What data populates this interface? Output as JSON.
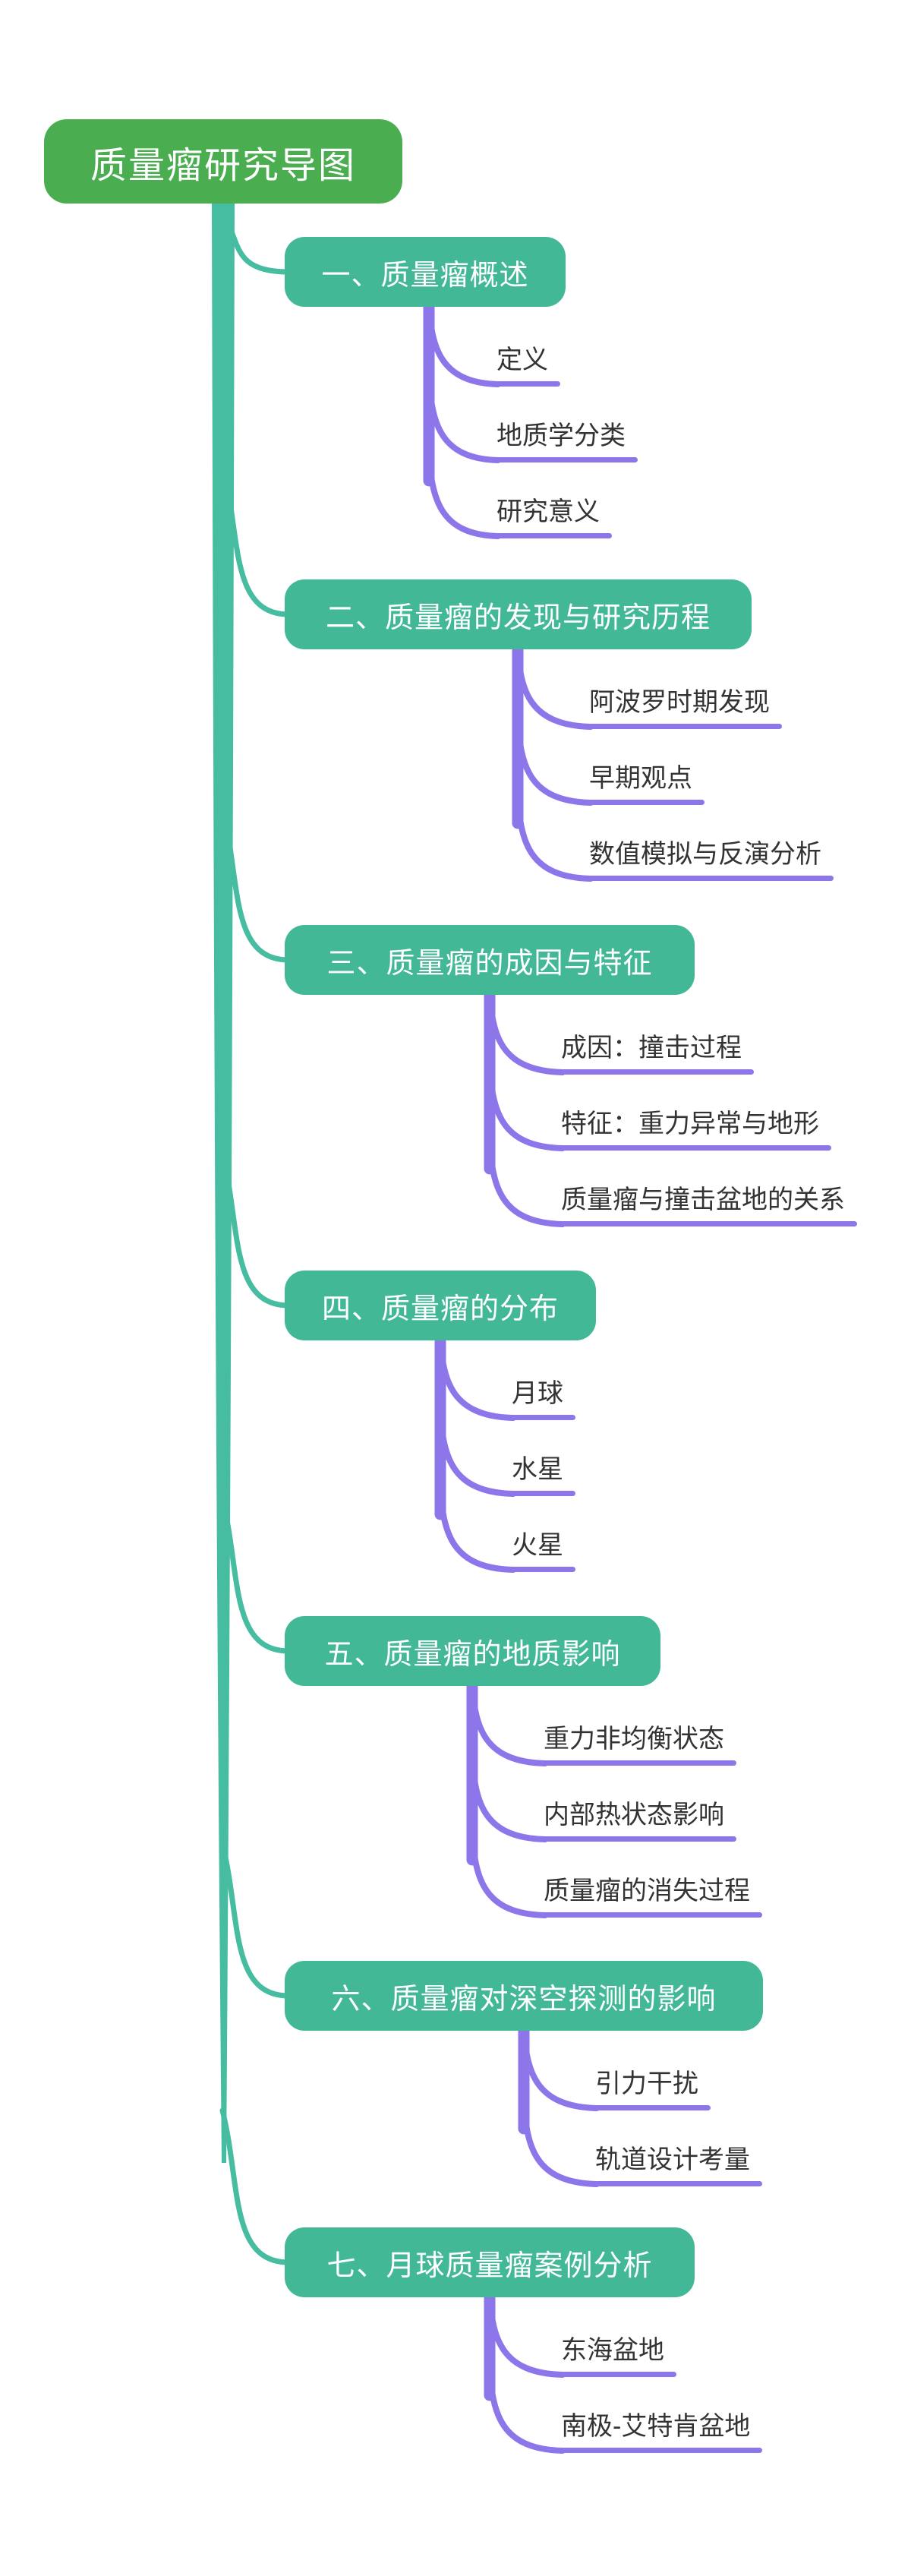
{
  "root": {
    "label": "质量瘤研究导图"
  },
  "branches": [
    {
      "label": "一、质量瘤概述",
      "children": [
        "定义",
        "地质学分类",
        "研究意义"
      ]
    },
    {
      "label": "二、质量瘤的发现与研究历程",
      "children": [
        "阿波罗时期发现",
        "早期观点",
        "数值模拟与反演分析"
      ]
    },
    {
      "label": "三、质量瘤的成因与特征",
      "children": [
        "成因：撞击过程",
        "特征：重力异常与地形",
        "质量瘤与撞击盆地的关系"
      ]
    },
    {
      "label": "四、质量瘤的分布",
      "children": [
        "月球",
        "水星",
        "火星"
      ]
    },
    {
      "label": "五、质量瘤的地质影响",
      "children": [
        "重力非均衡状态",
        "内部热状态影响",
        "质量瘤的消失过程"
      ]
    },
    {
      "label": "六、质量瘤对深空探测的影响",
      "children": [
        "引力干扰",
        "轨道设计考量"
      ]
    },
    {
      "label": "七、月球质量瘤案例分析",
      "children": [
        "东海盆地",
        "南极-艾特肯盆地"
      ]
    }
  ],
  "colors": {
    "root_node": "#4aae51",
    "branch_node": "#42b897",
    "trunk_line": "#46bca1",
    "child_line": "#8d76ea",
    "node_text": "#ffffff",
    "child_text": "#333333",
    "background": "#ffffff"
  }
}
